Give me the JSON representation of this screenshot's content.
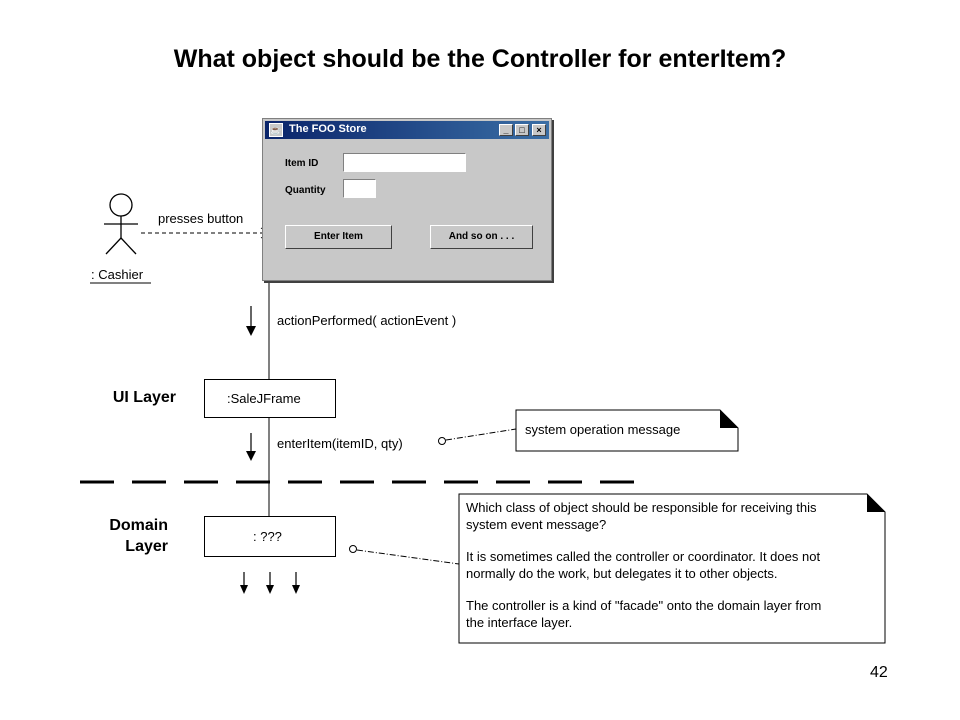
{
  "title": "What object should be the Controller for enterItem?",
  "actor": {
    "label": ": Cashier"
  },
  "messages": {
    "presses": "presses button",
    "action_performed": "actionPerformed( actionEvent )",
    "enter_item": "enterItem(itemID, qty)"
  },
  "window": {
    "title": "The FOO Store",
    "item_id_label": "Item ID",
    "quantity_label": "Quantity",
    "enter_button": "Enter Item",
    "more_button": "And so on . . ."
  },
  "layers": {
    "ui": "UI Layer",
    "domain_line1": "Domain",
    "domain_line2": "Layer"
  },
  "boxes": {
    "sale_frame": ":SaleJFrame",
    "unknown": ": ???"
  },
  "notes": {
    "system_op": "system operation message",
    "question_l1": "Which class of object should be responsible for receiving this",
    "question_l2": "system event message?",
    "controller_l1": "It is sometimes called the controller or coordinator. It does not",
    "controller_l2": "normally do the work, but delegates it to other objects.",
    "facade_l1": "The controller is a kind of \"facade\" onto the domain layer from",
    "facade_l2": "the interface layer."
  },
  "page_number": "42"
}
